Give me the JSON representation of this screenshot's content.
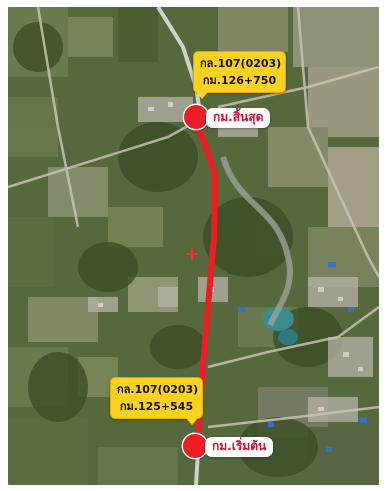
{
  "map": {
    "end_point": {
      "route_label": "กล.107(0203)",
      "km_label": "กม.126+750",
      "point_label": "กม.สิ้นสุด"
    },
    "start_point": {
      "route_label": "กล.107(0203)",
      "km_label": "กม.125+545",
      "point_label": "กม.เริ่มต้น"
    },
    "colors": {
      "route_line": "#ee1c24",
      "callout_fill": "#ffd21f",
      "marker_fill": "#ee1c24",
      "point_label_text": "#d0102a"
    },
    "icons": [
      "end-marker-icon",
      "start-marker-icon",
      "crosshair-icon"
    ]
  }
}
